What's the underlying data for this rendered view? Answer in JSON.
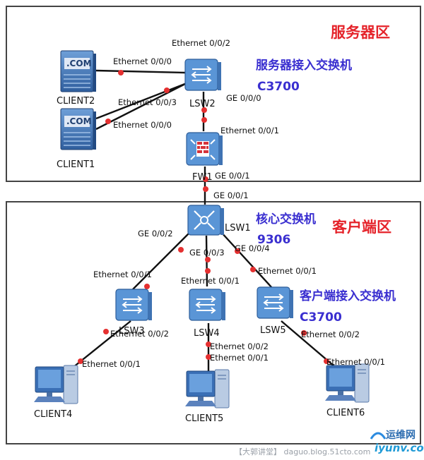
{
  "zones": {
    "server": {
      "title": "服务器区"
    },
    "client": {
      "title": "客户端区"
    }
  },
  "annotations": {
    "server_access_switch": "服务器接入交换机",
    "server_access_model": "C3700",
    "core_switch": "核心交换机",
    "core_model": "9306",
    "client_access_switch": "客户端接入交换机",
    "client_access_model": "C3700"
  },
  "devices": {
    "client2": "CLIENT2",
    "client1": "CLIENT1",
    "lsw2": "LSW2",
    "fw1": "FW1",
    "lsw1": "LSW1",
    "lsw3": "LSW3",
    "lsw4": "LSW4",
    "lsw5": "LSW5",
    "client4": "CLIENT4",
    "client5": "CLIENT5",
    "client6": "CLIENT6",
    "server_screen_text": ".COM"
  },
  "ports": {
    "lsw2_top": "Ethernet 0/0/2",
    "client2_lsw2_a": "Ethernet 0/0/0",
    "client2_lsw2_b": "Ethernet 0/0/3",
    "client1_lsw2": "Ethernet 0/0/0",
    "lsw2_fw1": "GE 0/0/0",
    "fw1_lsw2": "Ethernet 0/0/1",
    "fw1_lsw1": "GE 0/0/1",
    "lsw1_fw1": "GE 0/0/1",
    "lsw1_lsw3": "GE 0/0/2",
    "lsw1_lsw4": "GE 0/0/3",
    "lsw1_lsw5": "GE 0/0/4",
    "lsw3_up": "Ethernet 0/0/1",
    "lsw4_up": "Ethernet 0/0/1",
    "lsw5_up": "Ethernet 0/0/1",
    "lsw3_down": "Ethernet 0/0/2",
    "client4_port": "Ethernet 0/0/1",
    "lsw4_down": "Ethernet 0/0/2",
    "client5_port": "Ethernet 0/0/1",
    "lsw5_down": "Ethernet 0/0/2",
    "client6_port": "Ethernet 0/0/1"
  },
  "footer": {
    "watermark": "【大郭讲堂】 daguo.blog.51cto.com",
    "brand_top": "运维网",
    "brand_bottom": "iyunv.com"
  },
  "colors": {
    "zone_title": "#e5232a",
    "annotation": "#3a2fd0",
    "port_dot": "#e53030",
    "switch_body": "#5a95d6"
  }
}
